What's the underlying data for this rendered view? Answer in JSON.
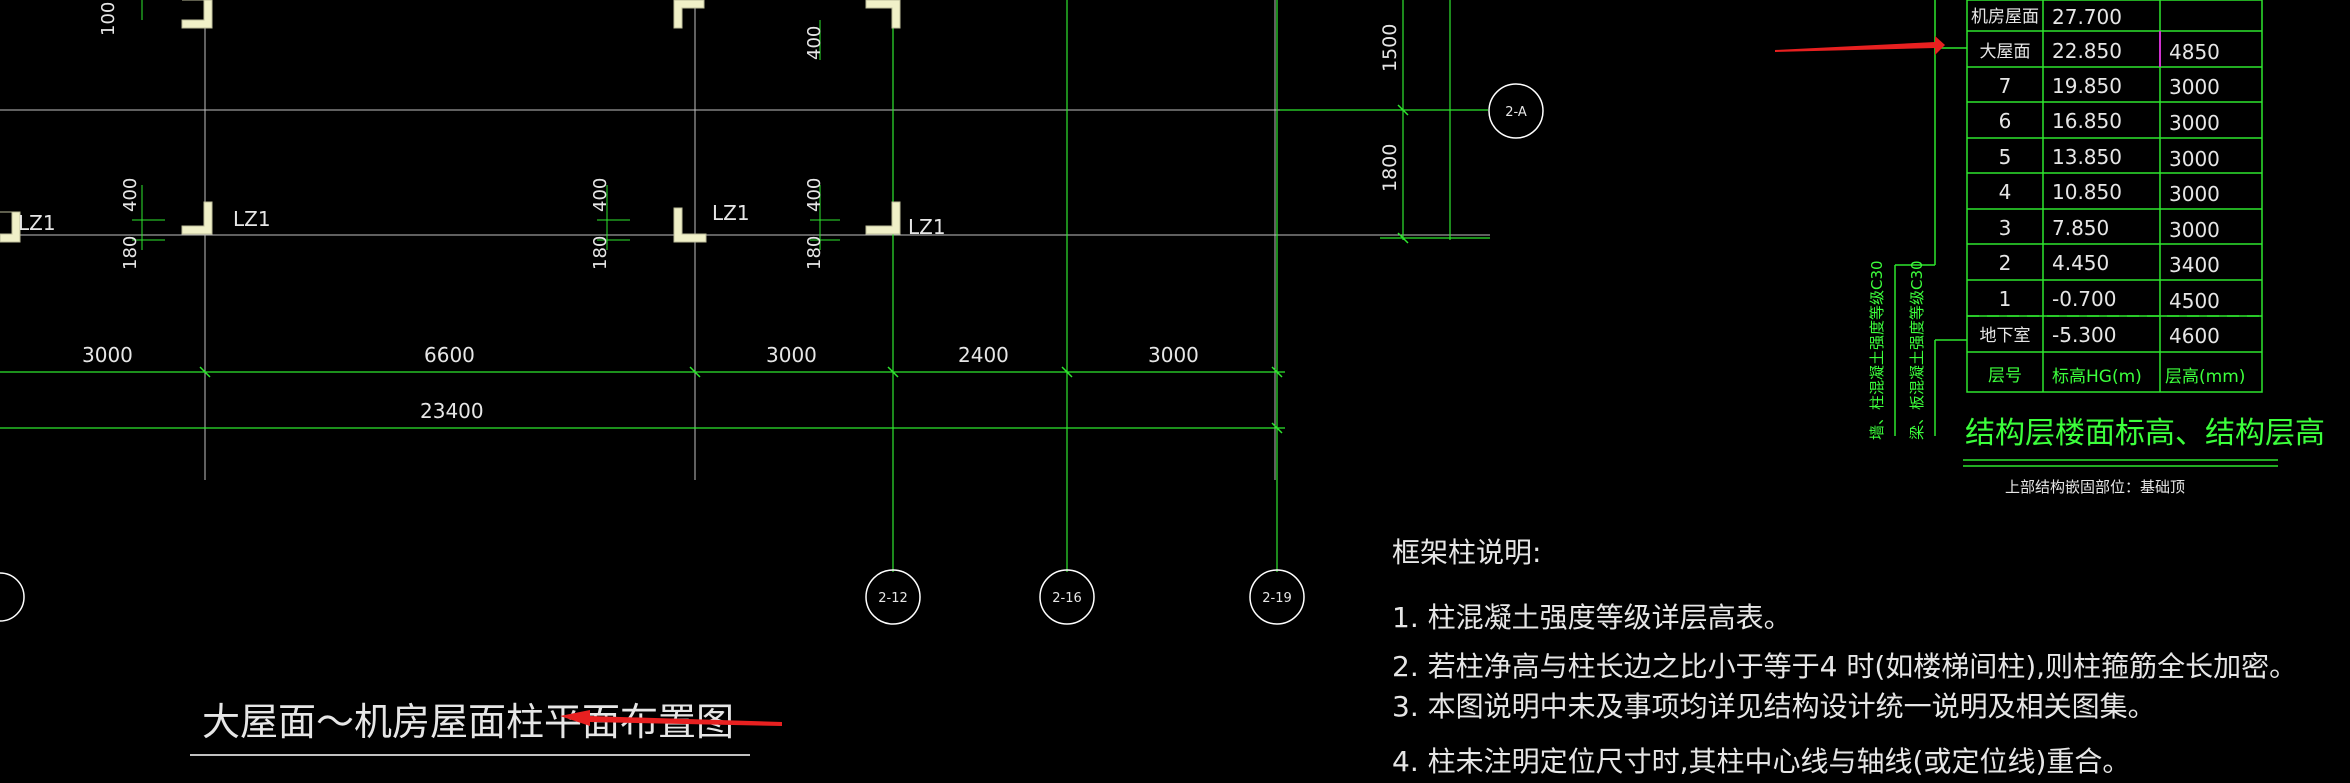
{
  "drawing_title": "大屋面～机房屋面柱平面布置图",
  "column_label": "LZ1",
  "axis_bubbles": [
    "2-A",
    "2-12",
    "2-16",
    "2-19"
  ],
  "dimensions": {
    "top_row_spans": [
      "3000",
      "6600",
      "3000",
      "2400",
      "3000"
    ],
    "total": "23400",
    "vertical_right": [
      "1500",
      "1800"
    ],
    "column_offsets": [
      "100",
      "400",
      "400",
      "180",
      "400",
      "180",
      "400",
      "180"
    ]
  },
  "level_table": {
    "headers": [
      "层号",
      "标高HG(m)",
      "层高(mm)"
    ],
    "rows": [
      [
        "机房屋面",
        "27.700",
        ""
      ],
      [
        "大屋面",
        "22.850",
        "4850"
      ],
      [
        "7",
        "19.850",
        "3000"
      ],
      [
        "6",
        "16.850",
        "3000"
      ],
      [
        "5",
        "13.850",
        "3000"
      ],
      [
        "4",
        "10.850",
        "3000"
      ],
      [
        "3",
        "7.850",
        "3000"
      ],
      [
        "2",
        "4.450",
        "3400"
      ],
      [
        "1",
        "-0.700",
        "4500"
      ],
      [
        "地下室",
        "-5.300",
        "4600"
      ]
    ],
    "side_label_1": "墙、柱混凝土强度等级C30",
    "side_label_2": "梁、板混凝土强度等级C30",
    "title": "结构层楼面标高、结构层高",
    "subtitle": "上部结构嵌固部位：基础顶"
  },
  "notes": {
    "heading": "框架柱说明:",
    "items": [
      "1. 柱混凝土强度等级详层高表。",
      "2. 若柱净高与柱长边之比小于等于4 时(如楼梯间柱),则柱箍筋全长加密。",
      "3. 本图说明中未及事项均详见结构设计统一说明及相关图集。",
      "4. 柱未注明定位尺寸时,其柱中心线与轴线(或定位线)重合。"
    ]
  },
  "colors": {
    "background": "#000000",
    "axis_line": "#ffffff",
    "dimension": "#3cff3c",
    "table_line": "#3cff3c",
    "column_fill": "#f0f0c8",
    "table_row_highlight": "#d030d0",
    "annotation_arrow": "#e82020"
  }
}
